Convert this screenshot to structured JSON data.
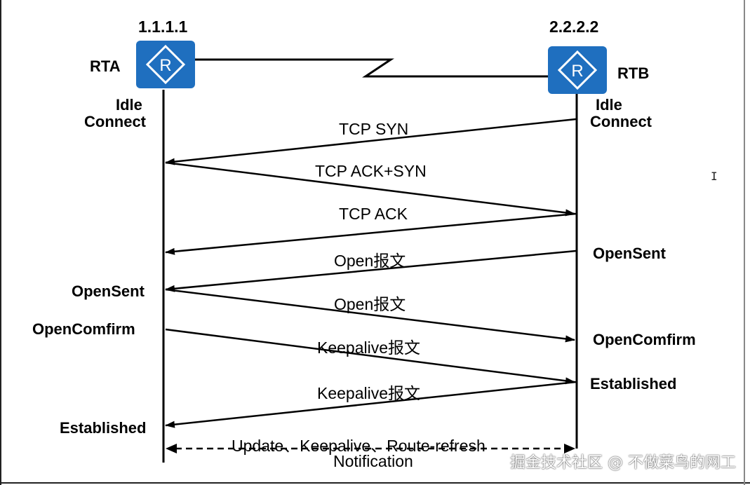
{
  "routers": {
    "rta": {
      "name": "RTA",
      "ip": "1.1.1.1",
      "icon": "router-icon",
      "state_label": "Idle\nConnect"
    },
    "rtb": {
      "name": "RTB",
      "ip": "2.2.2.2",
      "icon": "router-icon",
      "state_label": "Idle\nConnect"
    }
  },
  "rta_states": {
    "idle": "Idle",
    "connect": "Connect",
    "opensent": "OpenSent",
    "openconfirm": "OpenComfirm",
    "established": "Established"
  },
  "rtb_states": {
    "idle": "Idle",
    "connect": "Connect",
    "opensent": "OpenSent",
    "openconfirm": "OpenComfirm",
    "established": "Established"
  },
  "messages": {
    "tcp_syn": "TCP SYN",
    "tcp_ack_syn": "TCP ACK+SYN",
    "tcp_ack": "TCP ACK",
    "open_1": "Open报文",
    "open_2": "Open报文",
    "keepalive_1": "Keepalive报文",
    "keepalive_2": "Keepalive报文",
    "update_line": "Update、Keepalive、Route-refresh",
    "notification": "Notification"
  },
  "watermark": "掘金技术社区 @ 不做菜鸟的网工",
  "colors": {
    "router": "#1f6fbf",
    "line": "#000000",
    "icon_stroke": "#ffffff"
  }
}
